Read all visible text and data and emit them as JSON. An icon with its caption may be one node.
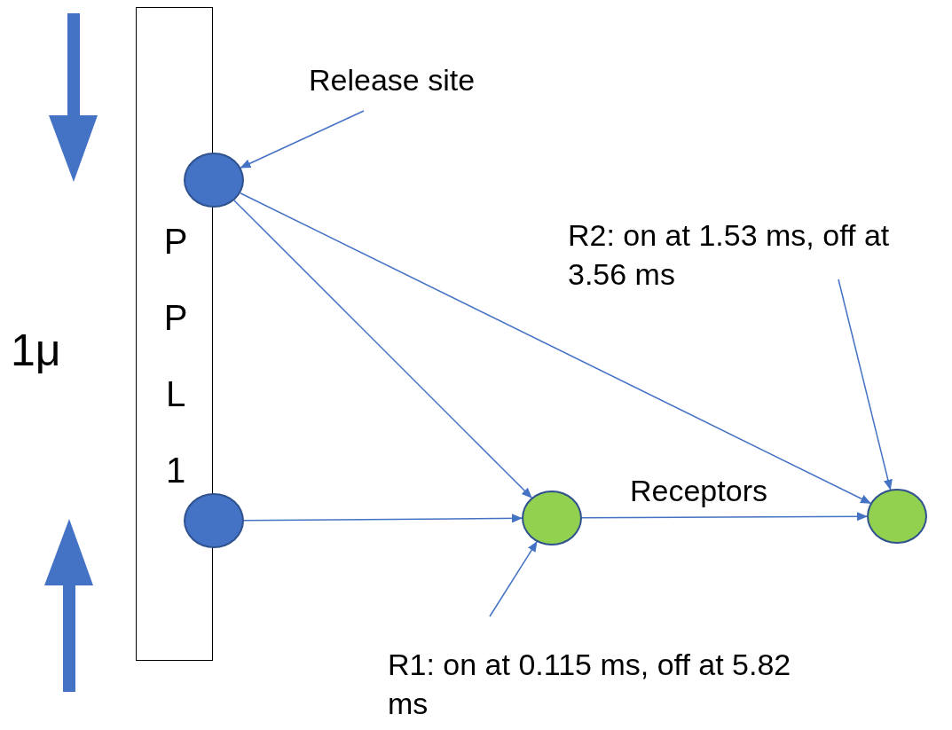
{
  "diagram": {
    "nodes": [
      {
        "text": [
          "PPL1"
        ]
      },
      {
        "text": [],
        "shape": "circle"
      },
      {
        "text": [],
        "shape": "circle"
      },
      {
        "text": [],
        "shape": "circle"
      },
      {
        "text": [],
        "shape": "circle"
      },
      {
        "text": [
          "Release site"
        ]
      },
      {
        "text": [
          "R2: on at 1.53 ms, off at 3.56 ms"
        ]
      },
      {
        "text": [
          "R1: on at 0.115 ms, off at 5.82 ms"
        ]
      }
    ],
    "edges": [
      {
        "from": 5,
        "to": 1,
        "arrow": "to"
      },
      {
        "from": 1,
        "to": 3,
        "arrow": "to"
      },
      {
        "from": 1,
        "to": 4,
        "arrow": "to"
      },
      {
        "from": 2,
        "to": 3,
        "arrow": "to"
      },
      {
        "from": 3,
        "to": 4,
        "arrow": "to"
      },
      {
        "from": 6,
        "to": 4,
        "arrow": "to"
      },
      {
        "from": 7,
        "to": 3,
        "arrow": "to"
      }
    ],
    "labels": [
      "1μ",
      "Receptors"
    ]
  }
}
